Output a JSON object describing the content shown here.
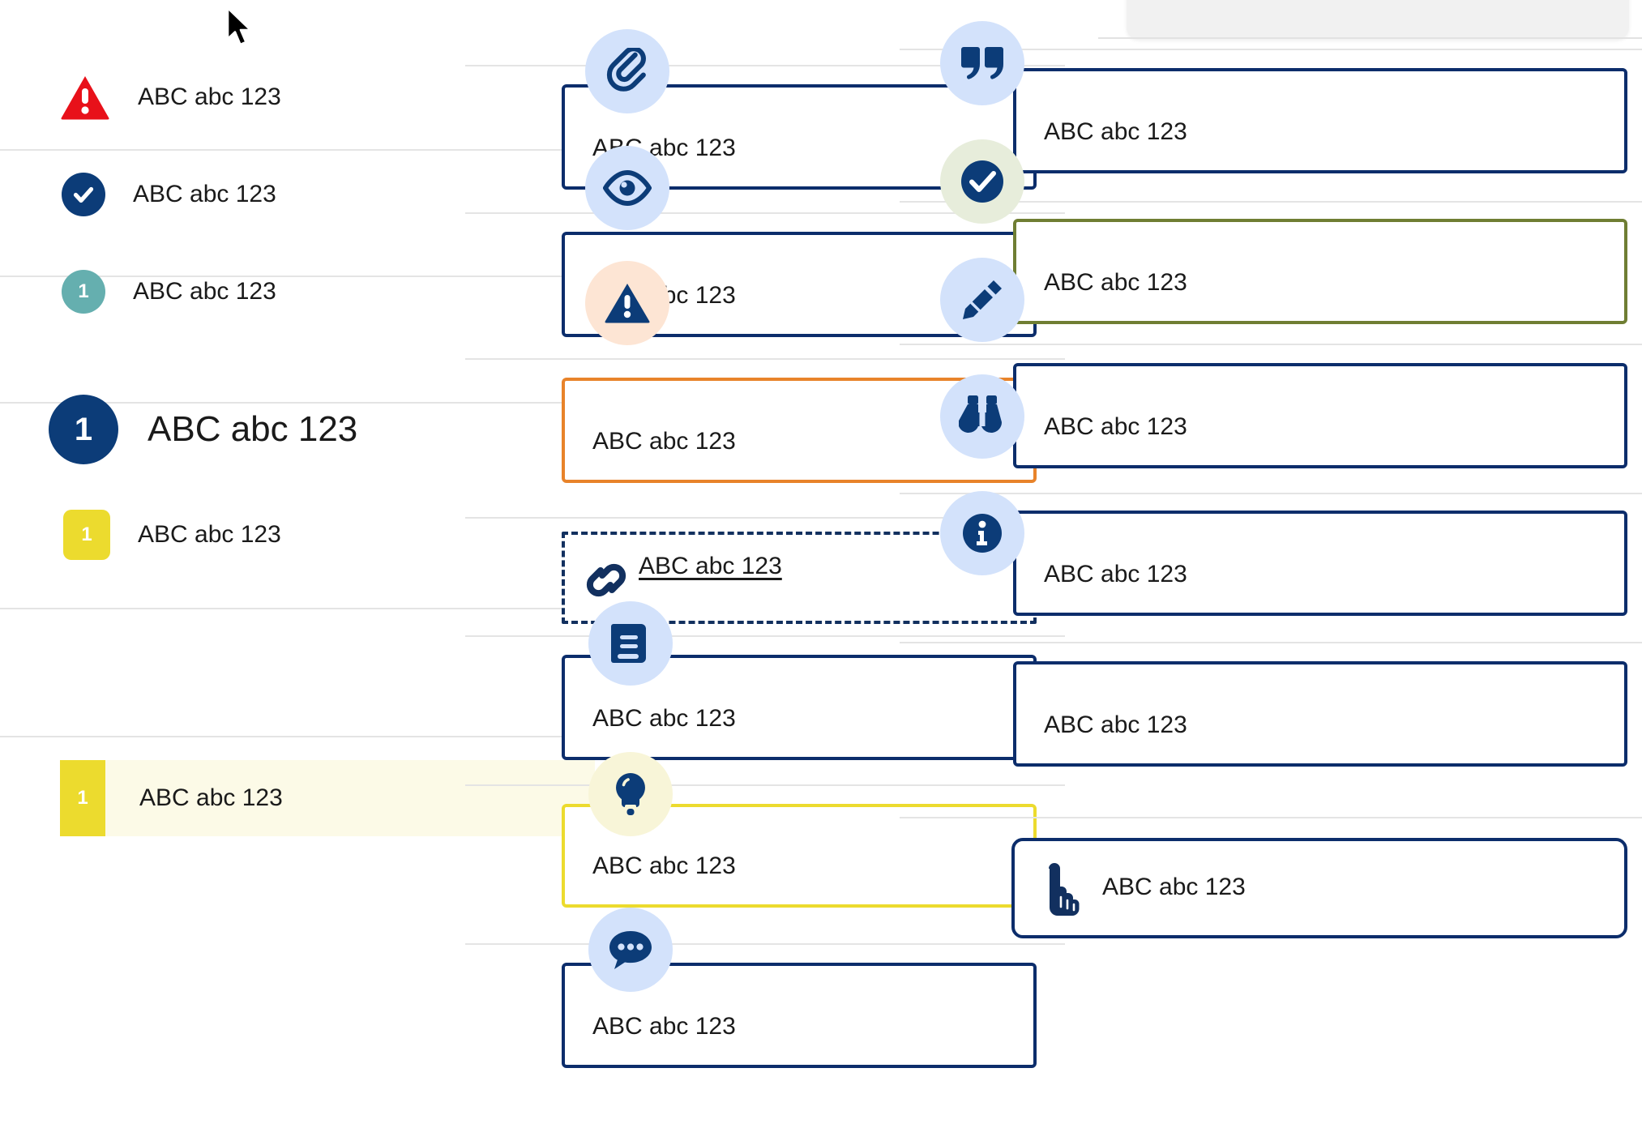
{
  "left_list": {
    "rows": [
      {
        "icon": "warning-triangle-icon",
        "badge_text": "",
        "label": "ABC abc 123",
        "badge_color": "#e8111a",
        "style": "triangle"
      },
      {
        "icon": "check-circle-icon",
        "badge_text": "",
        "label": "ABC abc 123",
        "badge_color": "#0c3c78",
        "style": "circle"
      },
      {
        "icon": "number-badge-icon",
        "badge_text": "1",
        "label": "ABC abc 123",
        "badge_color": "#65afaf",
        "style": "circle"
      },
      {
        "icon": "number-badge-large-icon",
        "badge_text": "1",
        "label": "ABC abc 123",
        "badge_color": "#0c3c78",
        "style": "circle-large"
      },
      {
        "icon": "number-badge-square-icon",
        "badge_text": "1",
        "label": "ABC abc 123",
        "badge_color": "#ecdb2e",
        "style": "rounded-square"
      }
    ],
    "highlighted_row": {
      "icon": "number-badge-bar-icon",
      "badge_text": "1",
      "label": "ABC abc 123",
      "bar_color": "#ecdb2e",
      "background_color": "#fcfae7"
    }
  },
  "middle_column": {
    "cards": [
      {
        "icon": "paperclip-icon",
        "label": "ABC abc 123",
        "border_color": "#0c2d6b",
        "badge_color": "#d3e2fb",
        "variant": "solid"
      },
      {
        "icon": "eye-icon",
        "label": "ABC abc 123",
        "border_color": "#0c2d6b",
        "badge_color": "#d3e2fb",
        "variant": "solid"
      },
      {
        "icon": "warning-triangle-icon",
        "label": "ABC abc 123",
        "border_color": "#e8832a",
        "badge_color": "#fde5d4",
        "variant": "solid"
      },
      {
        "icon": "link-chain-icon",
        "label": "ABC abc 123",
        "border_color": "#12305f",
        "badge_color": "none",
        "variant": "dashed-link"
      },
      {
        "icon": "book-icon",
        "label": "ABC abc 123",
        "border_color": "#0c2d6b",
        "badge_color": "#d3e2fb",
        "variant": "solid"
      },
      {
        "icon": "lightbulb-icon",
        "label": "ABC abc 123",
        "border_color": "#ecdb2e",
        "badge_color": "#f8f5d8",
        "variant": "solid"
      },
      {
        "icon": "chat-bubble-icon",
        "label": "ABC abc 123",
        "border_color": "#0c2d6b",
        "badge_color": "#d3e2fb",
        "variant": "solid"
      }
    ]
  },
  "right_column": {
    "cards": [
      {
        "icon": "quote-marks-icon",
        "label": "ABC abc 123",
        "border_color": "#0c2d6b",
        "badge_color": "#d3e2fb",
        "variant": "solid"
      },
      {
        "icon": "check-circle-icon",
        "label": "ABC abc 123",
        "border_color": "#6f7e33",
        "badge_color": "#e7eddb",
        "variant": "solid"
      },
      {
        "icon": "pencil-icon",
        "label": "ABC abc 123",
        "border_color": "#0c2d6b",
        "badge_color": "#d3e2fb",
        "variant": "solid"
      },
      {
        "icon": "binoculars-icon",
        "label": "ABC abc 123",
        "border_color": "#0c2d6b",
        "badge_color": "#d3e2fb",
        "variant": "solid"
      },
      {
        "icon": "info-circle-icon",
        "label": "ABC abc 123",
        "border_color": "#0c2d6b",
        "badge_color": "#d3e2fb",
        "variant": "solid"
      },
      {
        "icon": "pointing-hand-icon",
        "label": "ABC abc 123",
        "border_color": "#0c2d6b",
        "badge_color": "none",
        "variant": "rounded-inline"
      }
    ]
  },
  "colors": {
    "navy": "#0c2d6b",
    "navy_deep": "#0c3c78",
    "red": "#e8111a",
    "orange": "#e8832a",
    "olive": "#6f7e33",
    "yellow": "#ecdb2e",
    "teal": "#65afaf",
    "pale_blue": "#d3e2fb",
    "peach": "#fde5d4",
    "mint": "#e7eddb",
    "cream": "#f8f5d8",
    "highlight_bg": "#fcfae7",
    "separator": "#e4e4e4"
  }
}
